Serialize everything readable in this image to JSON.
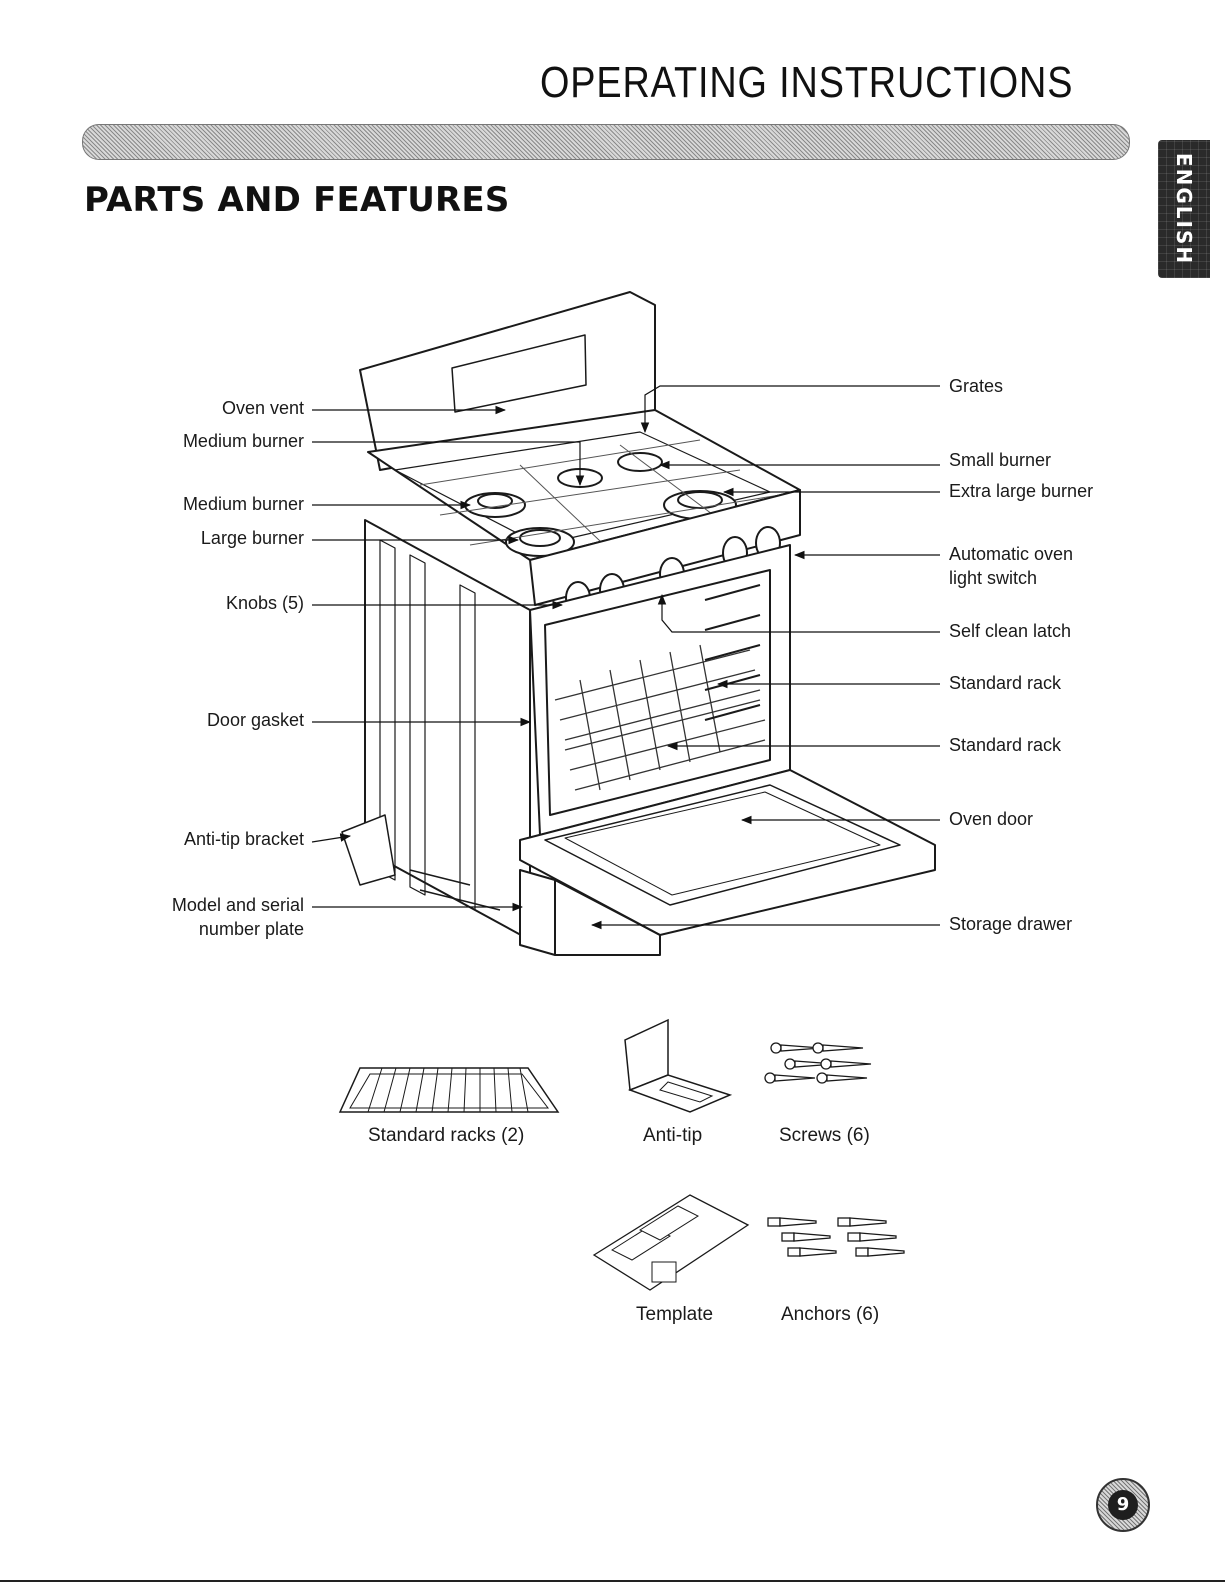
{
  "header": {
    "title": "OPERATING INSTRUCTIONS",
    "language_tab": "ENGLISH"
  },
  "section": {
    "title": "PARTS AND FEATURES"
  },
  "labels_left": [
    {
      "id": "oven-vent",
      "text": "Oven vent"
    },
    {
      "id": "medium-burner-1",
      "text": "Medium burner"
    },
    {
      "id": "medium-burner-2",
      "text": "Medium burner"
    },
    {
      "id": "large-burner",
      "text": "Large burner"
    },
    {
      "id": "knobs",
      "text": "Knobs (5)"
    },
    {
      "id": "door-gasket",
      "text": "Door gasket"
    },
    {
      "id": "anti-tip-bracket",
      "text": "Anti-tip bracket"
    },
    {
      "id": "model-serial-plate",
      "line1": "Model and serial",
      "line2": "number plate"
    }
  ],
  "labels_right": [
    {
      "id": "grates",
      "text": "Grates"
    },
    {
      "id": "small-burner",
      "text": "Small burner"
    },
    {
      "id": "extra-large-burner",
      "text": "Extra large burner"
    },
    {
      "id": "auto-oven-light",
      "line1": "Automatic oven",
      "line2": "light switch"
    },
    {
      "id": "self-clean-latch",
      "text": "Self clean latch"
    },
    {
      "id": "standard-rack-1",
      "text": "Standard rack"
    },
    {
      "id": "standard-rack-2",
      "text": "Standard rack"
    },
    {
      "id": "oven-door",
      "text": "Oven door"
    },
    {
      "id": "storage-drawer",
      "text": "Storage drawer"
    }
  ],
  "accessories": [
    {
      "id": "standard-racks",
      "caption": "Standard racks (2)"
    },
    {
      "id": "anti-tip",
      "caption": "Anti-tip"
    },
    {
      "id": "screws",
      "caption": "Screws (6)"
    },
    {
      "id": "template",
      "caption": "Template"
    },
    {
      "id": "anchors",
      "caption": "Anchors (6)"
    }
  ],
  "footer": {
    "page_number": "9"
  }
}
